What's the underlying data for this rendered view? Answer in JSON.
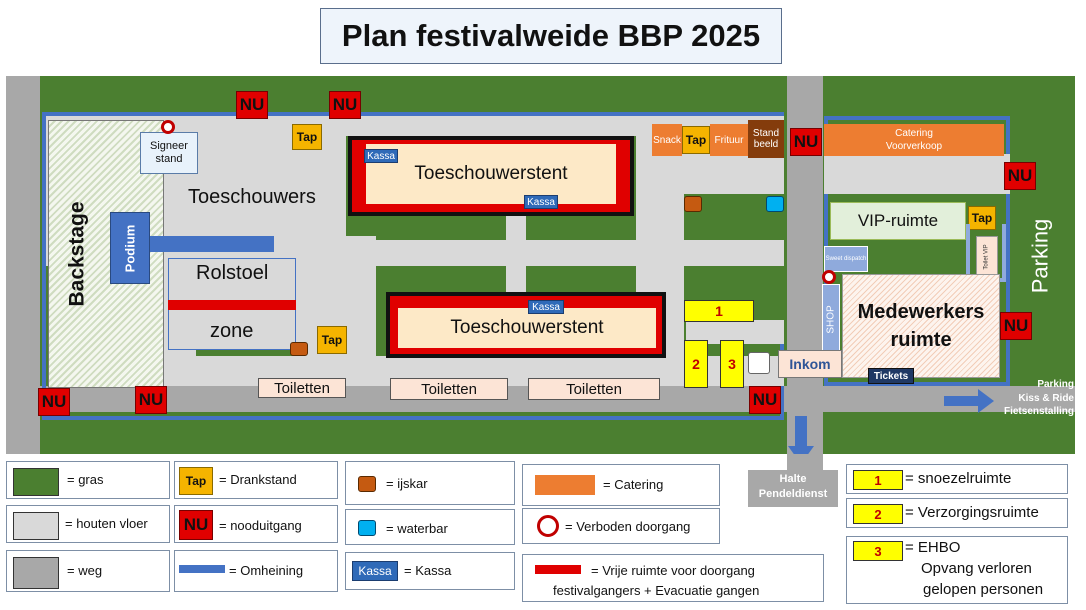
{
  "title": "Plan festivalweide BBP 2025",
  "map": {
    "backstage": "Backstage",
    "podium": "Podium",
    "signeer": "Signeer stand",
    "toeschouwers": "Toeschouwers",
    "rolstoel_top": "Rolstoel",
    "rolstoel_bottom": "zone",
    "tent": "Toeschouwerstent",
    "kassa": "Kassa",
    "tap": "Tap",
    "nu": "NU",
    "toiletten": "Toiletten",
    "snack": "Snack",
    "frituur": "Frituur",
    "standbeeld": "Stand beeld",
    "catering_top": "Catering",
    "catering_bottom": "Voorverkoop",
    "vip": "VIP-ruimte",
    "sweet": "Sweet dispatch",
    "toilet_vip": "Toilet VIP",
    "shop": "SHOP",
    "medewerkers_top": "Medewerkers",
    "medewerkers_bottom": "ruimte",
    "inkom": "Inkom",
    "tickets": "Tickets",
    "parking": "Parking",
    "parking_links": [
      "Parking",
      "Kiss & Ride",
      "Fietsenstalling"
    ],
    "halte": [
      "Halte",
      "Pendeldienst"
    ],
    "num1": "1",
    "num2": "2",
    "num3": "3"
  },
  "legend": {
    "gras": "= gras",
    "houten": "= houten vloer",
    "weg": "= weg",
    "tap_label": "Tap",
    "drankstand": "= Drankstand",
    "nu_label": "NU",
    "nooduitgang": "= nooduitgang",
    "omheining": "= Omheining",
    "ijskar": "= ijskar",
    "waterbar": "= waterbar",
    "kassa_label": "Kassa",
    "kassa": "= Kassa",
    "catering": "= Catering",
    "verboden": "= Verboden doorgang",
    "vrije_1": "= Vrije ruimte voor doorgang",
    "vrije_2": "festivalgangers + Evacuatie gangen",
    "snoezel": "= snoezelruimte",
    "verzorging": "= Verzorgingsruimte",
    "ehbo": "= EHBO",
    "opvang_1": "Opvang verloren",
    "opvang_2": "gelopen personen"
  },
  "colors": {
    "gras": "#4b7f30",
    "houten": "#d9d9d9",
    "weg": "#a8a8a8",
    "fence": "#4472c4",
    "nu": "#e00000",
    "tap": "#f5b400",
    "catering": "#ed7d31",
    "ijskar": "#c55a11",
    "waterbar": "#00b0f0",
    "yellow": "#ffff00"
  }
}
